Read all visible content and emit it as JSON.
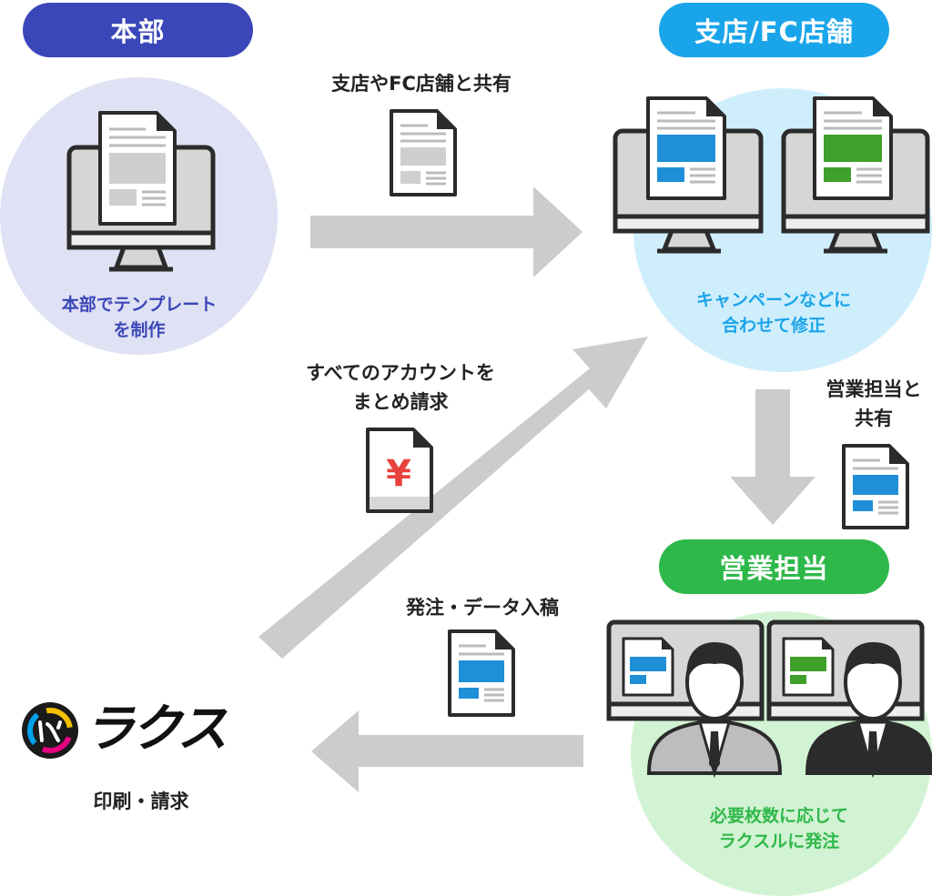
{
  "nodes": {
    "hq": {
      "title": "本部",
      "desc_line1": "本部でテンプレート",
      "desc_line2": "を制作",
      "color": "#3b47b8",
      "bg": "#dfe1f4"
    },
    "branch": {
      "title": "支店/FC店舗",
      "desc_line1": "キャンペーンなどに",
      "desc_line2": "合わせて修正",
      "color": "#1aa5ea",
      "bg": "#cfeefc"
    },
    "sales": {
      "title": "営業担当",
      "desc_line1": "必要枚数に応じて",
      "desc_line2": "ラクスルに発注",
      "color": "#2fb84a",
      "bg": "#d2f3d3"
    },
    "raksul": {
      "logo_text": "ラクスル",
      "desc": "印刷・請求"
    }
  },
  "edges": {
    "hq_to_branch": {
      "label": "支店やFC店舗と共有"
    },
    "branch_to_sales": {
      "label_line1": "営業担当と",
      "label_line2": "共有"
    },
    "sales_to_raksul": {
      "label": "発注・データ入稿"
    },
    "raksul_to_branch": {
      "label_line1": "すべてのアカウントを",
      "label_line2": "まとめ請求",
      "doc_symbol": "¥"
    }
  },
  "colors": {
    "arrow": "#cccccc",
    "blue_panel": "#1f8fd8",
    "green_panel": "#3fa02c",
    "yen": "#e8413c",
    "outline": "#2b2b2b"
  }
}
